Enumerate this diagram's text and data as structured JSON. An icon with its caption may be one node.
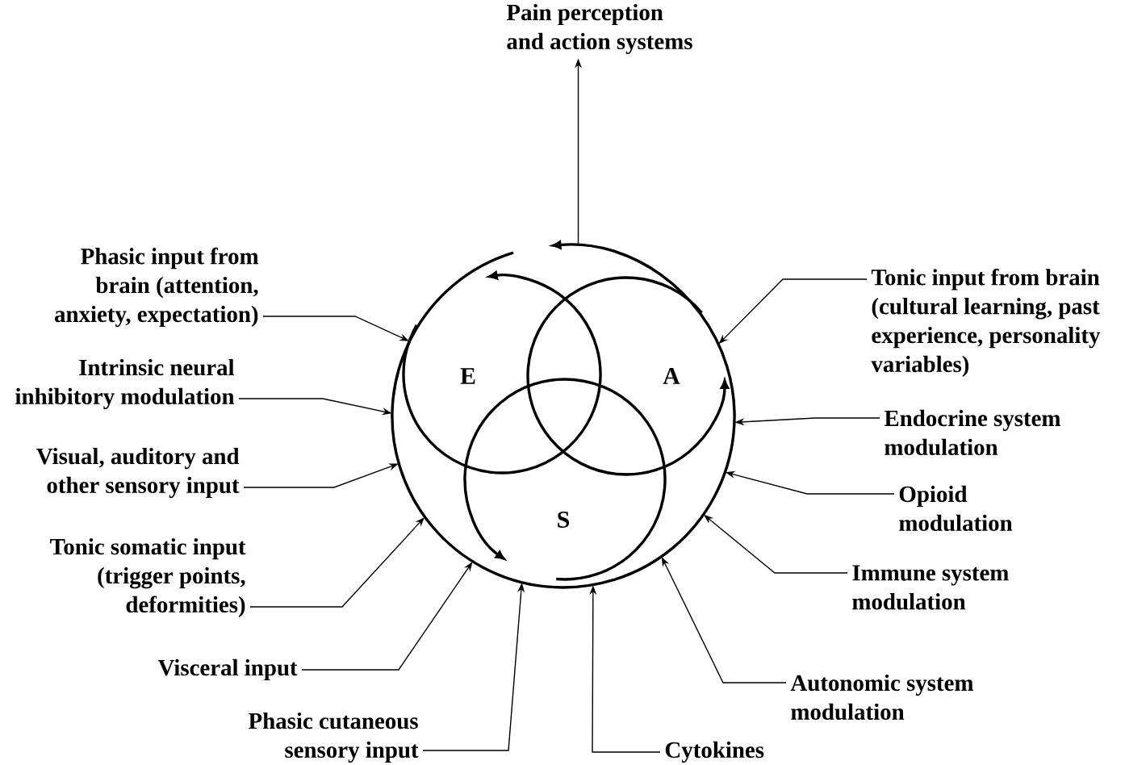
{
  "diagram": {
    "nodes": [
      {
        "text": [
          "Pain perception and action systems"
        ]
      },
      {
        "text": [],
        "shape": "circle"
      },
      {
        "text": [
          "E"
        ],
        "in": 1
      },
      {
        "text": [
          "A"
        ],
        "in": 1
      },
      {
        "text": [
          "S"
        ],
        "in": 1
      },
      {
        "text": [
          "Phasic input from brain (attention, anxiety, expectation)"
        ]
      },
      {
        "text": [
          "Intrinsic neural inhibitory modulation"
        ]
      },
      {
        "text": [
          "Visual, auditory and other sensory input"
        ]
      },
      {
        "text": [
          "Tonic somatic input (trigger points, deformities)"
        ]
      },
      {
        "text": [
          "Visceral input"
        ]
      },
      {
        "text": [
          "Phasic cutaneous sensory input"
        ]
      },
      {
        "text": [
          "Tonic input from brain (cultural learning, past experience, personality variables)"
        ]
      },
      {
        "text": [
          "Endocrine system modulation"
        ]
      },
      {
        "text": [
          "Opioid modulation"
        ]
      },
      {
        "text": [
          "Immune system modulation"
        ]
      },
      {
        "text": [
          "Autonomic system modulation"
        ]
      },
      {
        "text": [
          "Cytokines"
        ]
      }
    ],
    "edges": [
      {
        "from": 1,
        "to": 0,
        "arrow": "to"
      },
      {
        "from": 5,
        "to": 1,
        "arrow": "to"
      },
      {
        "from": 6,
        "to": 1,
        "arrow": "to"
      },
      {
        "from": 7,
        "to": 1,
        "arrow": "to"
      },
      {
        "from": 8,
        "to": 1,
        "arrow": "to"
      },
      {
        "from": 9,
        "to": 1,
        "arrow": "to"
      },
      {
        "from": 10,
        "to": 1,
        "arrow": "to"
      },
      {
        "from": 11,
        "to": 1,
        "arrow": "to"
      },
      {
        "from": 12,
        "to": 1,
        "arrow": "to"
      },
      {
        "from": 13,
        "to": 1,
        "arrow": "to"
      },
      {
        "from": 14,
        "to": 1,
        "arrow": "to"
      },
      {
        "from": 15,
        "to": 1,
        "arrow": "to"
      },
      {
        "from": 16,
        "to": 1,
        "arrow": "to"
      }
    ]
  }
}
